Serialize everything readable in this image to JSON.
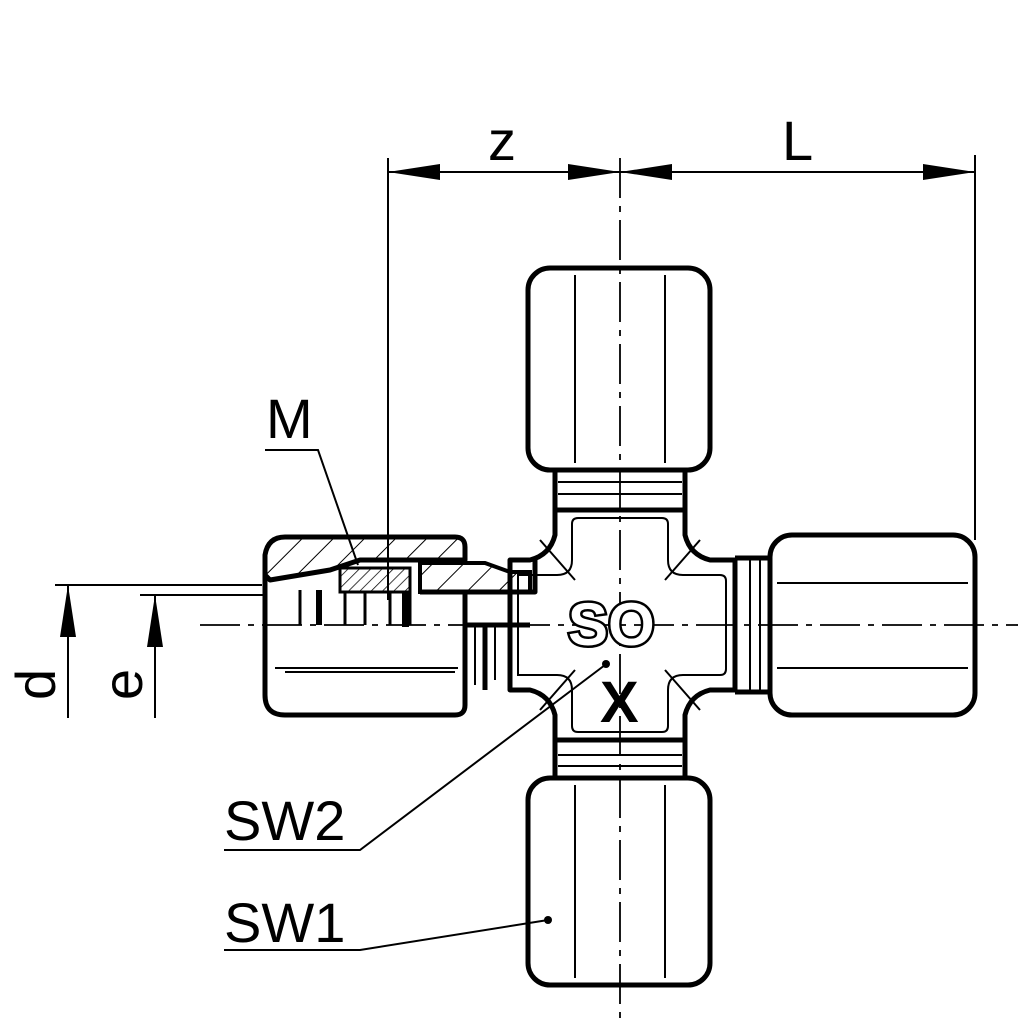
{
  "drawing": {
    "title": "Cross union fitting",
    "dimensions": {
      "z": "z",
      "L": "L",
      "d": "d",
      "e": "e",
      "M": "M"
    },
    "markings": {
      "series": "SO",
      "size": "X"
    },
    "callouts": {
      "sw2": "SW2",
      "sw1": "SW1"
    }
  }
}
